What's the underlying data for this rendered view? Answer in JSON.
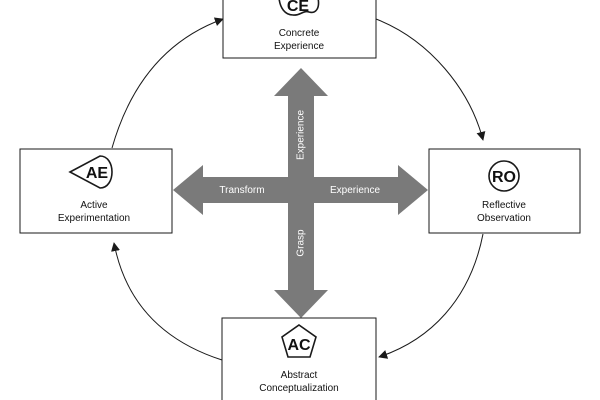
{
  "stages": {
    "ce": {
      "badge": "CE",
      "line1": "Concrete",
      "line2": "Experience"
    },
    "ro": {
      "badge": "RO",
      "line1": "Reflective",
      "line2": "Observation"
    },
    "ac": {
      "badge": "AC",
      "line1": "Abstract",
      "line2": "Conceptualization"
    },
    "ae": {
      "badge": "AE",
      "line1": "Active",
      "line2": "Experimentation"
    }
  },
  "axes": {
    "top": "Experience",
    "bottom": "Grasp",
    "left": "Transform",
    "right": "Experience"
  },
  "colors": {
    "arrow_fill": "#7a7a7a",
    "line": "#1a1a1a",
    "background": "#ffffff"
  }
}
